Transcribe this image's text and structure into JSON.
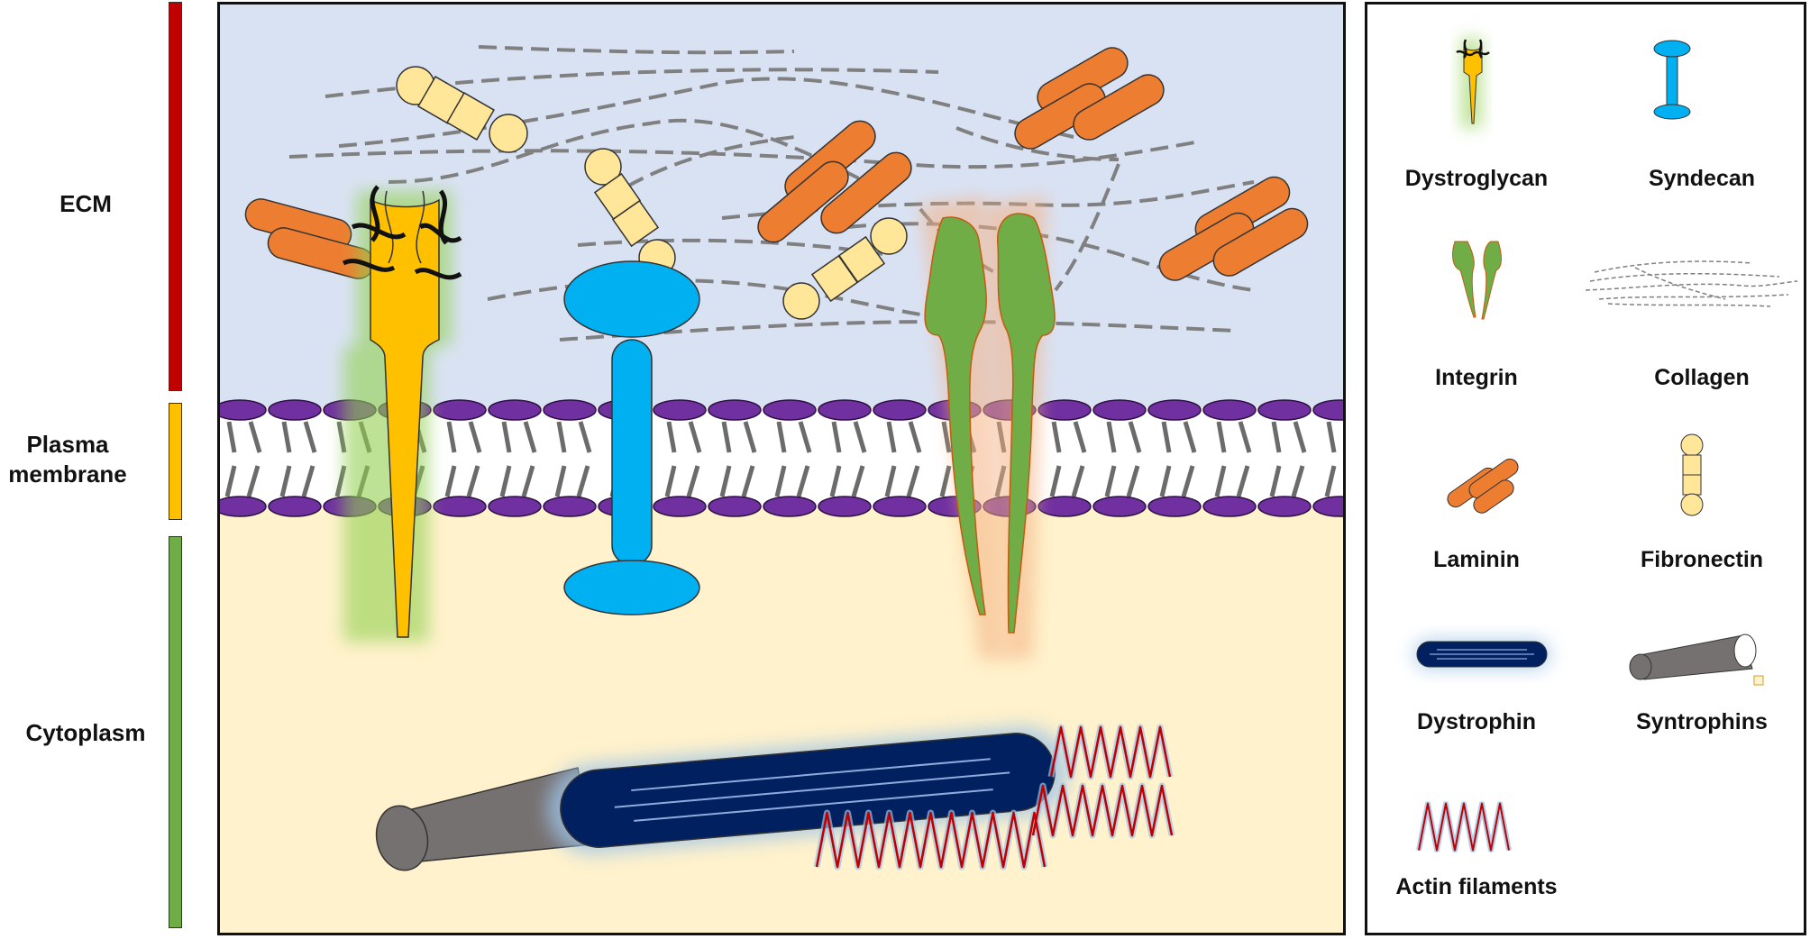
{
  "regions": {
    "ecm": "ECM",
    "plasma_membrane": "Plasma\nmembrane",
    "cytoplasm": "Cytoplasm"
  },
  "legend": {
    "dystroglycan": "Dystroglycan",
    "syndecan": "Syndecan",
    "integrin": "Integrin",
    "collagen": "Collagen",
    "laminin": "Laminin",
    "fibronectin": "Fibronectin",
    "dystrophin": "Dystrophin",
    "syntrophins": "Syntrophins",
    "actin": "Actin filaments"
  },
  "colors": {
    "ecm_bar": "#c00000",
    "membrane_bar": "#ffc000",
    "cytoplasm_bar": "#70ad47",
    "ecm_bg": "#d9e2f3",
    "cytoplasm_bg": "#fff2cc",
    "lipid_head": "#7030a0",
    "dystroglycan": "#ffc000",
    "syndecan": "#00b0f0",
    "integrin": "#70ad47",
    "laminin": "#ed7d31",
    "fibronectin": "#ffe699",
    "dystrophin": "#002060",
    "syntrophin": "#767171",
    "actin": "#c00000",
    "collagen": "#808080"
  }
}
